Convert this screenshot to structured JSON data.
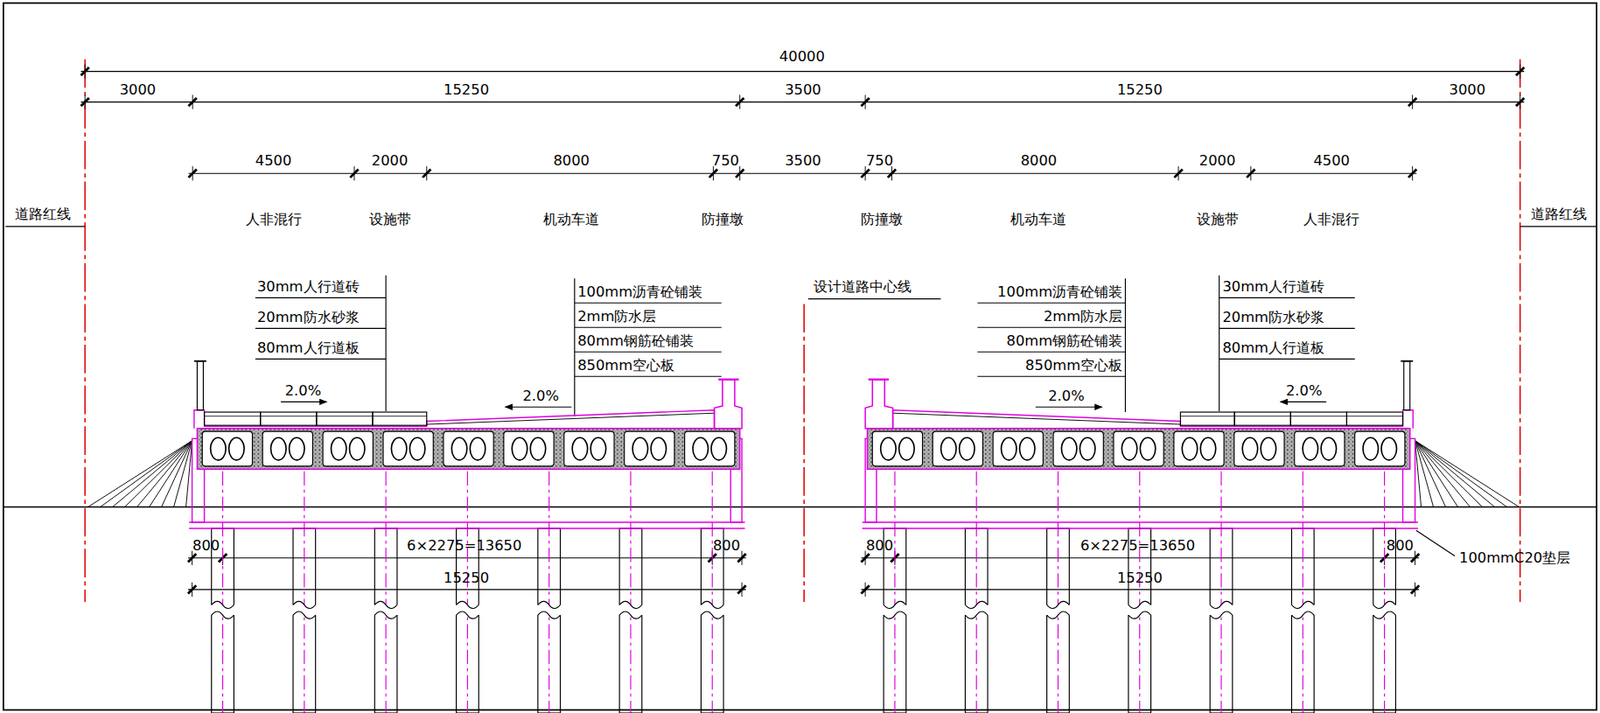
{
  "diagram": {
    "labels": [
      "40000",
      "3000",
      "15250",
      "3500",
      "15250",
      "3000",
      "4500",
      "2000",
      "8000",
      "750",
      "3500",
      "750",
      "8000",
      "2000",
      "4500",
      "道路红线",
      "人非混行",
      "设施带",
      "机动车道",
      "防撞墩",
      "防撞墩",
      "机动车道",
      "设施带",
      "人非混行",
      "道路红线",
      "30mm人行道砖",
      "20mm防水砂浆",
      "80mm人行道板",
      "100mm沥青砼铺装",
      "2mm防水层",
      "80mm钢筋砼铺装",
      "850mm空心板",
      "设计道路中心线",
      "100mm沥青砼铺装",
      "2mm防水层",
      "80mm钢筋砼铺装",
      "850mm空心板",
      "30mm人行道砖",
      "20mm防水砂浆",
      "80mm人行道板",
      "2.0%",
      "2.0%",
      "2.0%",
      "2.0%",
      "800",
      "6×2275=13650",
      "800",
      "15250",
      "800",
      "6×2275=13650",
      "800",
      "15250",
      "100mmC20垫层"
    ]
  }
}
